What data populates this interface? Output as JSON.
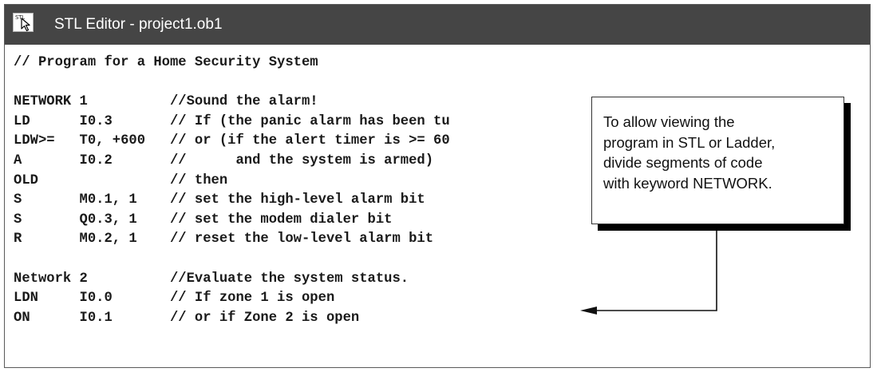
{
  "window": {
    "title": "STL Editor - project1.ob1",
    "icon_label": "STL",
    "icon": "stl-editor-app-icon",
    "colors": {
      "titlebar": "#454545",
      "title_text": "#ffffff",
      "code_text": "#1a1a1a",
      "callout_shadow": "#000000"
    }
  },
  "code_lines": [
    "// Program for a Home Security System",
    "",
    "NETWORK 1          //Sound the alarm!",
    "LD      I0.3       // If (the panic alarm has been tu",
    "LDW>=   T0, +600   // or (if the alert timer is >= 60",
    "A       I0.2       //      and the system is armed)",
    "OLD                // then",
    "S       M0.1, 1    // set the high-level alarm bit",
    "S       Q0.3, 1    // set the modem dialer bit",
    "R       M0.2, 1    // reset the low-level alarm bit",
    "",
    "Network 2          //Evaluate the system status.",
    "LDN     I0.0       // If zone 1 is open",
    "ON      I0.1       // or if Zone 2 is open"
  ],
  "callout": {
    "lines": [
      "To allow viewing the",
      "program in STL or Ladder,",
      "divide segments of code",
      "with keyword NETWORK."
    ]
  }
}
